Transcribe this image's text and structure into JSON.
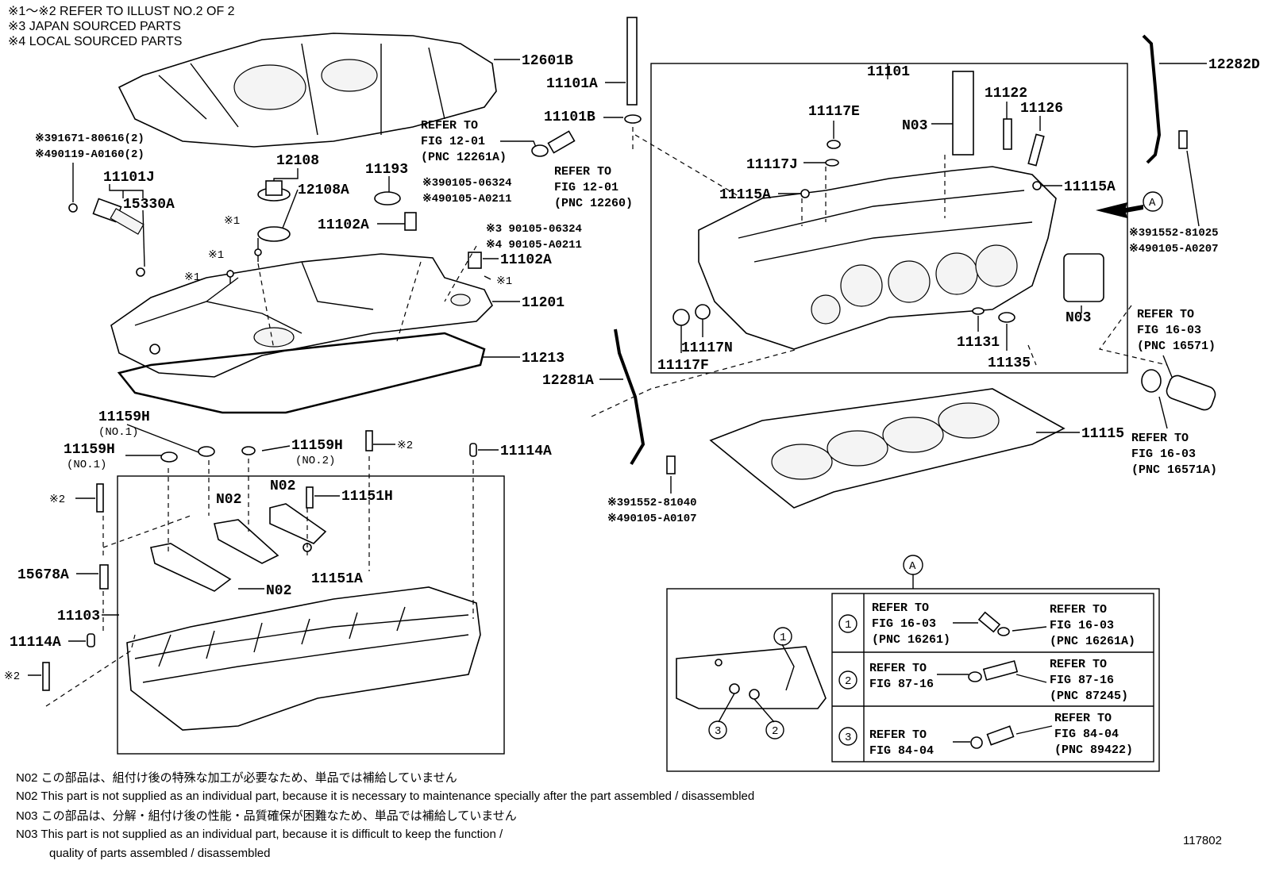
{
  "notes": {
    "n1": "※1～※2  REFER TO ILLUST NO.2 OF 2",
    "n2": "※3 JAPAN SOURCED PARTS",
    "n3": "※4 LOCAL SOURCED PARTS"
  },
  "labels": {
    "p12601B": "12601B",
    "p11101A": "11101A",
    "p11101B": "11101B",
    "p11101": "11101",
    "p12282D": "12282D",
    "p391671": "※391671-80616(2)",
    "p490119": "※490119-A0160(2)",
    "p11101J": "11101J",
    "p15330A": "15330A",
    "p12108": "12108",
    "p12108A": "12108A",
    "p11193": "11193",
    "p390105a": "※390105-06324",
    "p490105a": "※490105-A0211",
    "p11102A_1": "11102A",
    "p390105b": "※3 90105-06324",
    "p490105b": "※4 90105-A0211",
    "p11102A_2": "11102A",
    "p11201": "11201",
    "p11213": "11213",
    "p11117E": "11117E",
    "p11117J": "11117J",
    "p11115A_1": "11115A",
    "p11115A_2": "11115A",
    "p11122": "11122",
    "p11126": "11126",
    "pN03a": "N03",
    "pN03b": "N03",
    "p391552a": "※391552-81025",
    "p490105c": "※490105-A0207",
    "p11117N": "11117N",
    "p11117F": "11117F",
    "p11131": "11131",
    "p11135": "11135",
    "p12281A": "12281A",
    "p11115": "11115",
    "p391552b": "※391552-81040",
    "p490105d": "※490105-A0107",
    "p11159H_1": "11159H",
    "p11159H_1s": "(NO.1)",
    "p11159H_2": "11159H",
    "p11159H_2s": "(NO.1)",
    "p11159H_3": "11159H",
    "p11159H_3s": "(NO.2)",
    "pX2a": "※2",
    "p11114A_1": "11114A",
    "pX2b": "※2",
    "pN02a": "N02",
    "pN02b": "N02",
    "p11151H": "11151H",
    "pN02c": "N02",
    "p15678A": "15678A",
    "p11151A": "11151A",
    "p11103": "11103",
    "p11114A_2": "11114A",
    "pX2c": "※2",
    "pX1a": "※1",
    "pX1b": "※1",
    "pX1c": "※1",
    "pX1d": "※1",
    "markerA": "A"
  },
  "refs": {
    "r1a": "REFER TO",
    "r1b": "FIG 12-01",
    "r1c": "(PNC 12261A)",
    "r2a": "REFER TO",
    "r2b": "FIG 12-01",
    "r2c": "(PNC 12260)",
    "r3a": "REFER TO",
    "r3b": "FIG 16-03",
    "r3c": "(PNC 16571)",
    "r4a": "REFER TO",
    "r4b": "FIG 16-03",
    "r4c": "(PNC 16571A)"
  },
  "detail": {
    "marker": "A",
    "rows": [
      {
        "num": "1",
        "left": [
          "REFER TO",
          "FIG 16-03",
          "(PNC 16261)"
        ],
        "right": [
          "REFER TO",
          "FIG 16-03",
          "(PNC 16261A)"
        ]
      },
      {
        "num": "2",
        "left": [
          "REFER TO",
          "FIG 87-16"
        ],
        "right": [
          "REFER TO",
          "FIG 87-16",
          "(PNC 87245)"
        ]
      },
      {
        "num": "3",
        "left": [
          "REFER TO",
          "FIG 84-04"
        ],
        "right": [
          "REFER TO",
          "FIG 84-04",
          "(PNC 89422)"
        ]
      }
    ],
    "callouts": [
      "1",
      "2",
      "3"
    ]
  },
  "footnotes": {
    "f1": "N02  この部品は、組付け後の特殊な加工が必要なため、単品では補給していません",
    "f2": "N02  This part is not supplied as an individual part, because it is necessary to maintenance specially after the part assembled / disassembled",
    "f3": "N03  この部品は、分解・組付け後の性能・品質確保が困難なため、単品では補給していません",
    "f4": "N03  This part is not supplied as an individual part, because it is difficult to keep the function /",
    "f5": "quality of parts  assembled / disassembled"
  },
  "figure_number": "117802"
}
